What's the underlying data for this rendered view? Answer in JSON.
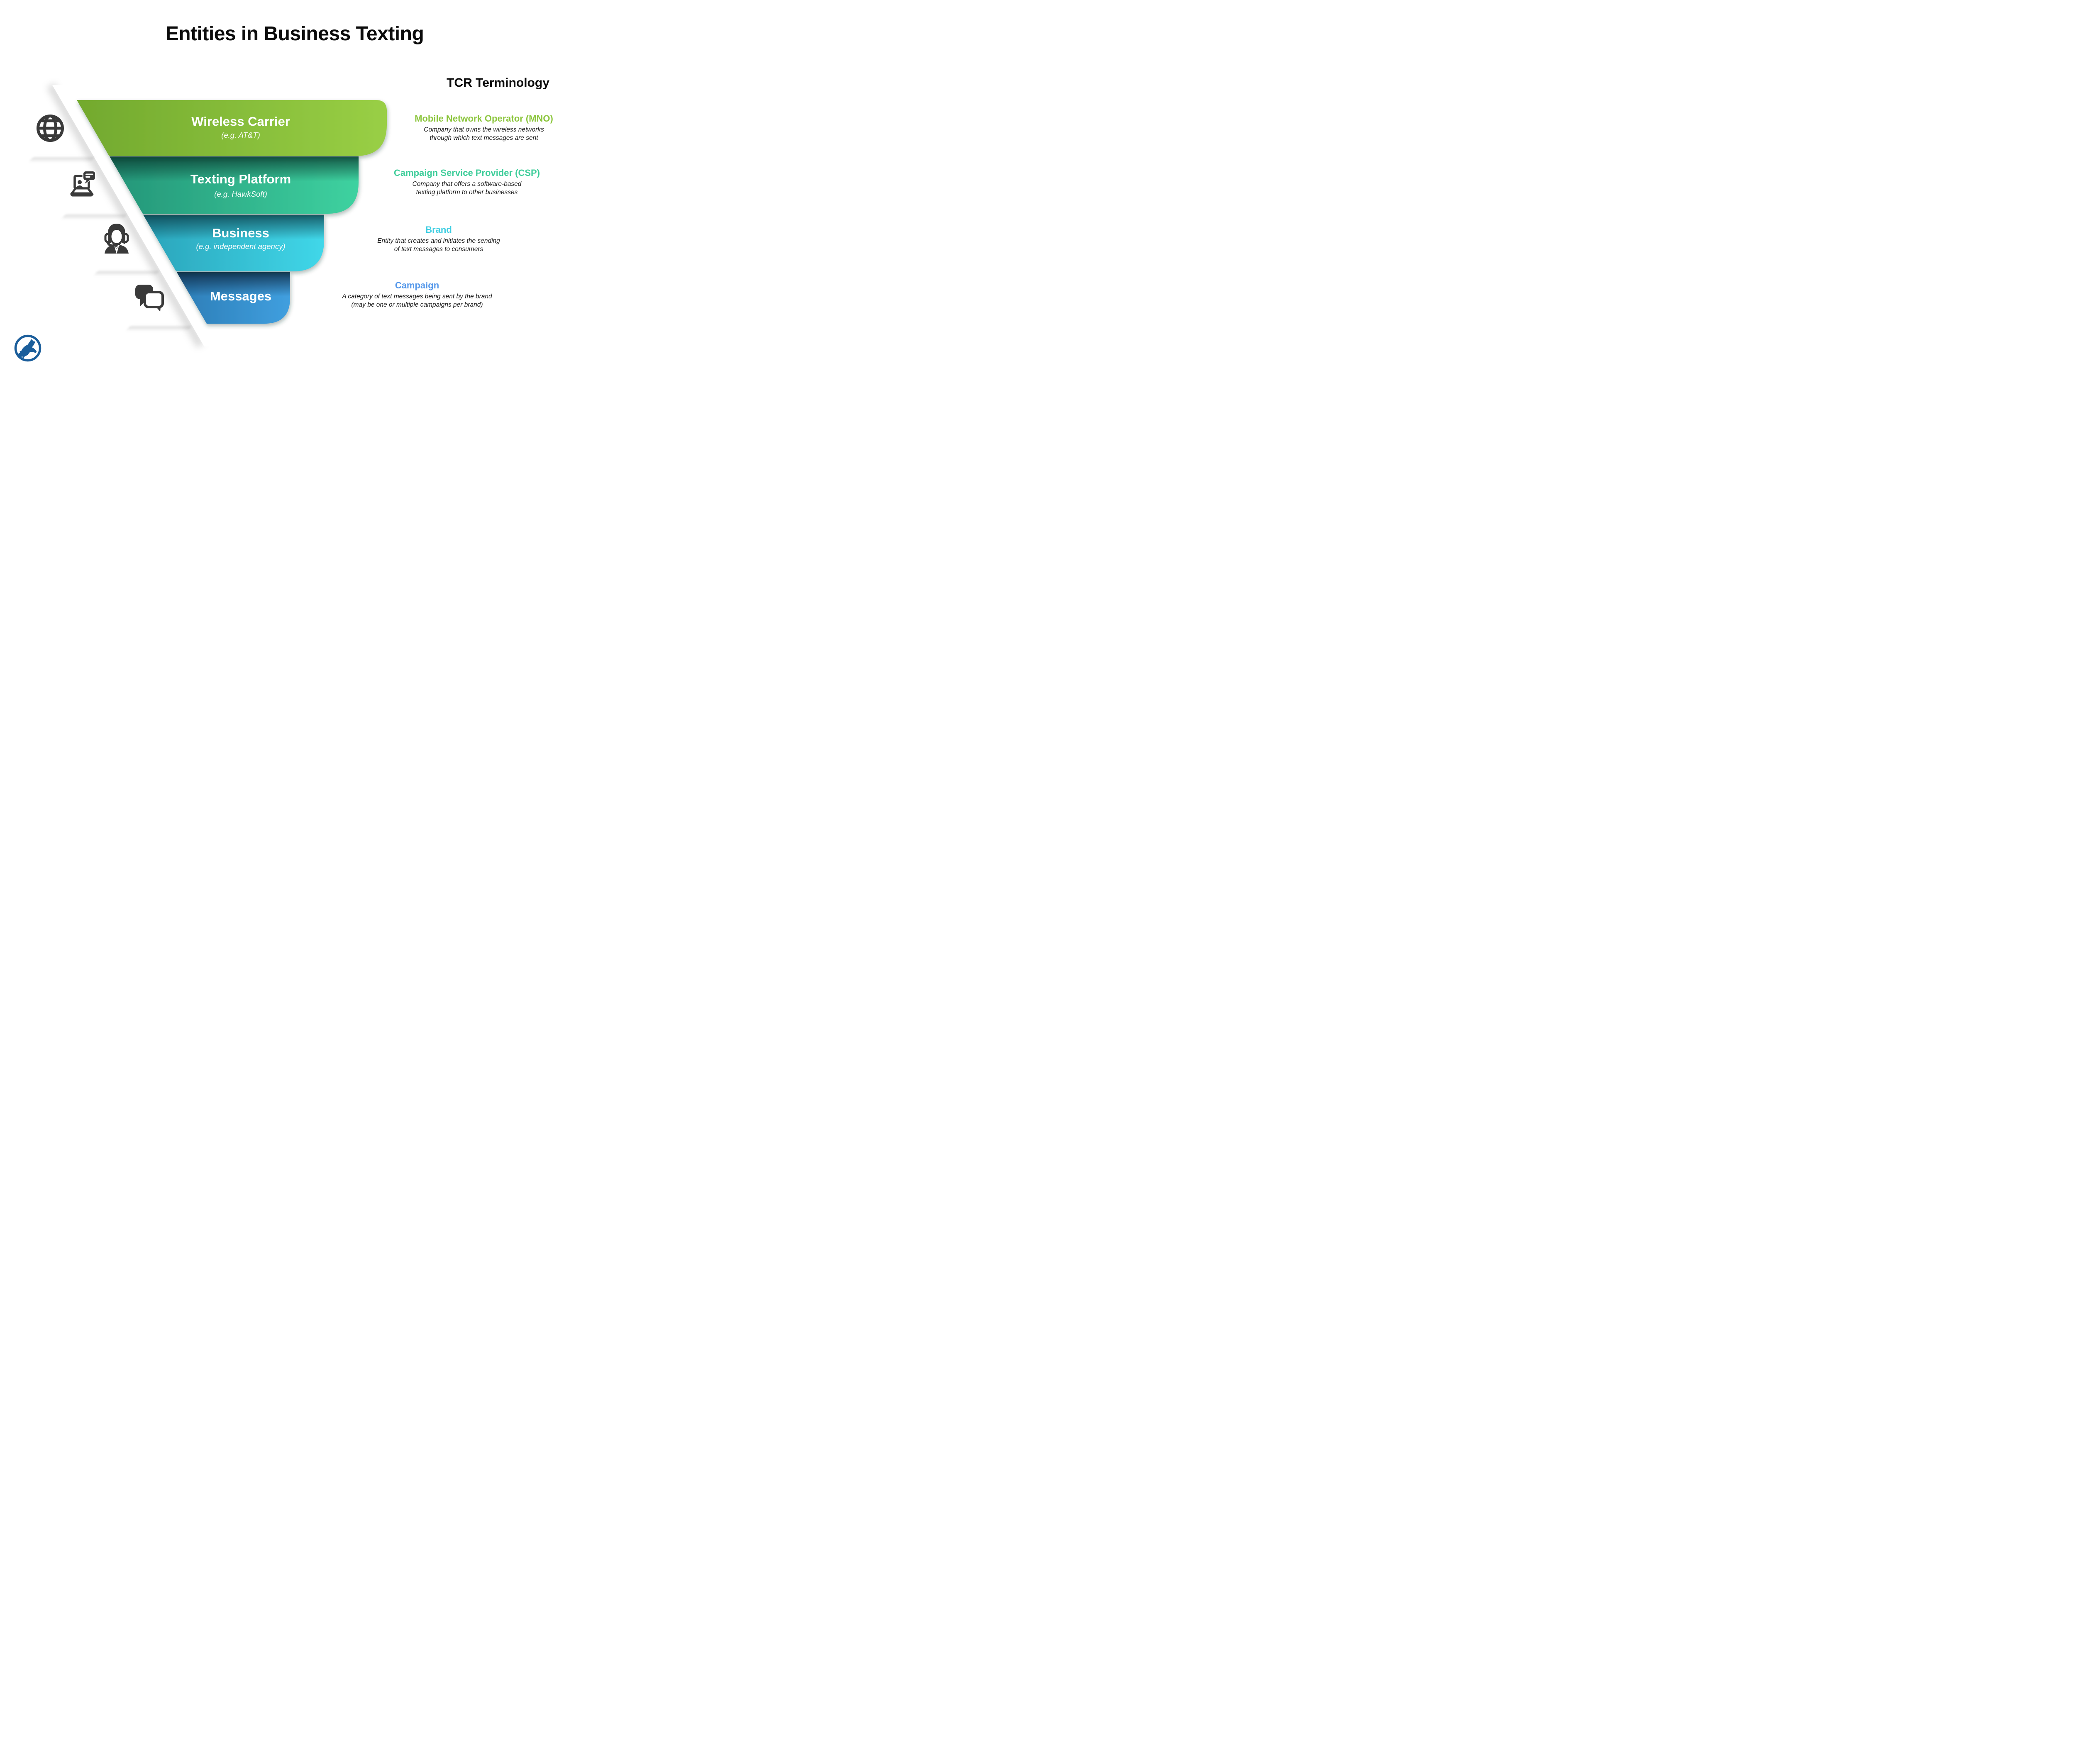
{
  "title": "Entities in Business Texting",
  "funnel": {
    "layers": [
      {
        "label": "Wireless Carrier",
        "sublabel": "(e.g. AT&T)",
        "color_left": "#72A92E",
        "color_right": "#99CF45"
      },
      {
        "label": "Texting Platform",
        "sublabel": "(e.g. HawkSoft)",
        "color_left": "#249578",
        "color_right": "#3ED2A0"
      },
      {
        "label": "Business",
        "sublabel": "(e.g. independent agency)",
        "color_left": "#2AA4BA",
        "color_right": "#40D7E9"
      },
      {
        "label": "Messages",
        "sublabel": "",
        "color_left": "#2C7DB6",
        "color_right": "#409FDF"
      }
    ]
  },
  "right_panel": {
    "heading": "TCR Terminology",
    "entries": [
      {
        "heading": "Mobile Network Operator (MNO)",
        "color": "#8DC63F",
        "desc_line1": "Company that owns the wireless networks",
        "desc_line2": "through which text messages are sent"
      },
      {
        "heading": "Campaign Service Provider (CSP)",
        "color": "#3ECD9A",
        "desc_line1": "Company that offers a software-based",
        "desc_line2": "texting platform to other businesses"
      },
      {
        "heading": "Brand",
        "color": "#3FCEE2",
        "desc_line1": "Entity that creates and initiates the sending",
        "desc_line2": "of text messages to consumers"
      },
      {
        "heading": "Campaign",
        "color": "#5598EA",
        "desc_line1": "A category of text messages being sent by the brand",
        "desc_line2": "(may be one or multiple campaigns per brand)"
      }
    ]
  },
  "icons": [
    {
      "name": "globe-icon",
      "depicts": "wireless carrier network globe"
    },
    {
      "name": "texting-platform-icon",
      "depicts": "laptop with chat message"
    },
    {
      "name": "support-agent-icon",
      "depicts": "person wearing headset"
    },
    {
      "name": "chat-bubbles-icon",
      "depicts": "two speech bubbles"
    },
    {
      "name": "hawksoft-logo",
      "depicts": "hawk silhouette in blue circle"
    }
  ],
  "colors": {
    "background": "#FFFFFF",
    "title_text": "#0B0B0B",
    "description_text": "#1C1C1C",
    "icon_gray": "#3A3A3A",
    "logo_blue": "#1B5E9B"
  }
}
